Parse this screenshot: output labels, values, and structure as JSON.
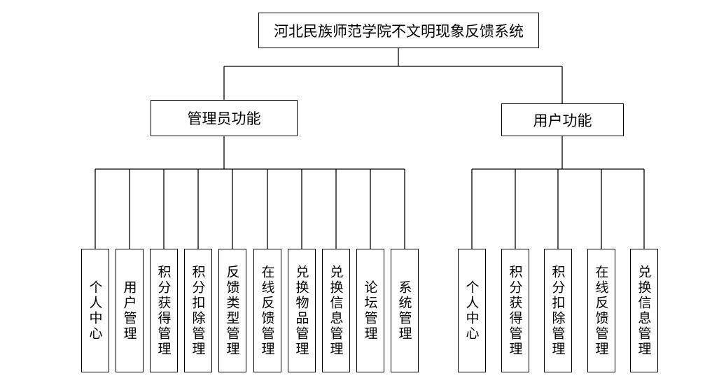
{
  "root": {
    "label": "河北民族师范学院不文明现象反馈系统"
  },
  "branches": [
    {
      "label": "管理员功能",
      "children": [
        {
          "label": "个人中心"
        },
        {
          "label": "用户管理"
        },
        {
          "label": "积分获得管理"
        },
        {
          "label": "积分扣除管理"
        },
        {
          "label": "反馈类型管理"
        },
        {
          "label": "在线反馈管理"
        },
        {
          "label": "兑换物品管理"
        },
        {
          "label": "兑换信息管理"
        },
        {
          "label": "论坛管理"
        },
        {
          "label": "系统管理"
        }
      ]
    },
    {
      "label": "用户功能",
      "children": [
        {
          "label": "个人中心"
        },
        {
          "label": "积分获得管理"
        },
        {
          "label": "积分扣除管理"
        },
        {
          "label": "在线反馈管理"
        },
        {
          "label": "兑换信息管理"
        }
      ]
    }
  ]
}
